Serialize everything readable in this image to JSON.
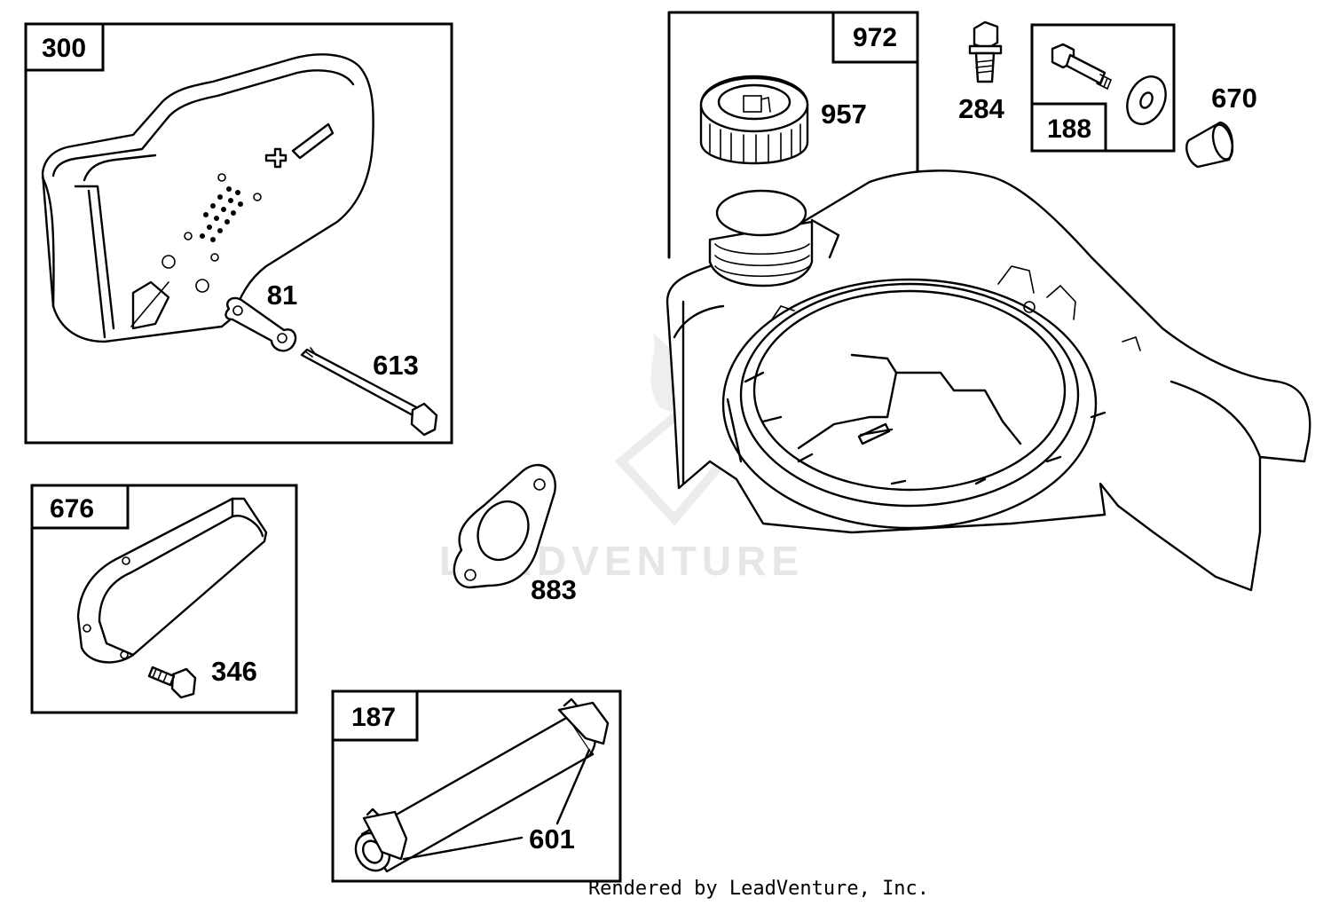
{
  "diagram": {
    "watermark_text": "LEADVENTURE",
    "footer_credit": "Rendered by LeadVenture, Inc.",
    "groups": [
      {
        "id": "g300",
        "tag": "300"
      },
      {
        "id": "g972",
        "tag": "972"
      },
      {
        "id": "g188",
        "tag": "188"
      },
      {
        "id": "g676",
        "tag": "676"
      },
      {
        "id": "g187",
        "tag": "187"
      }
    ],
    "callouts": [
      "81",
      "613",
      "957",
      "284",
      "670",
      "883",
      "346",
      "601"
    ]
  }
}
